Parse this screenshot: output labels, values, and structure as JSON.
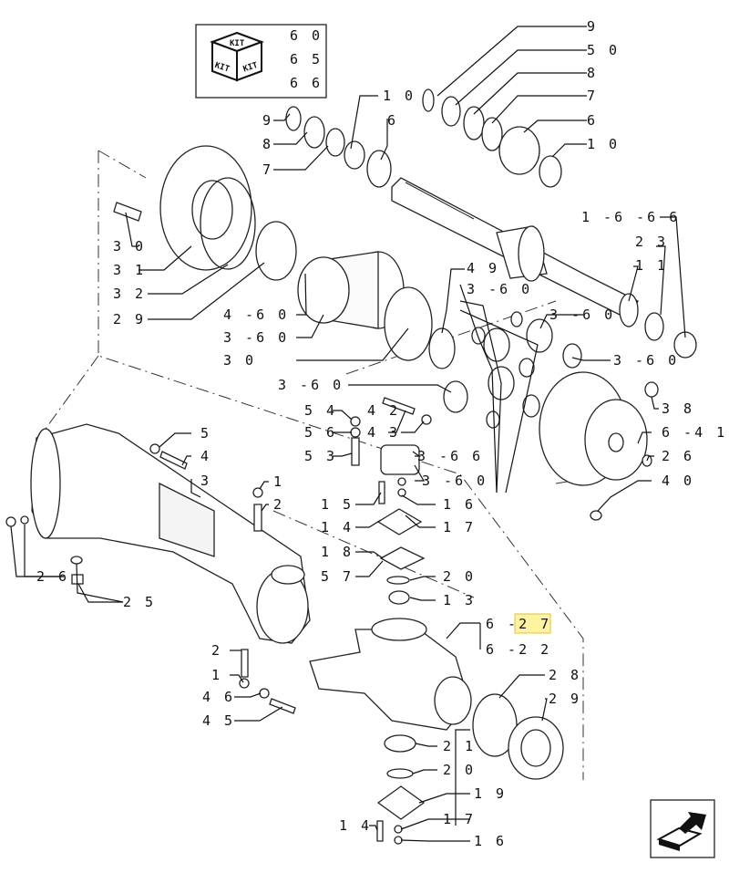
{
  "kit_box": {
    "icon": "kit-cube-icon",
    "cube_labels": [
      "KIT",
      "KIT",
      "KIT"
    ],
    "refs": [
      "6 0",
      "6 5",
      "6 6"
    ]
  },
  "highlight_color": "#fff3a0",
  "callouts": {
    "c9a": "9",
    "c50": "5 0",
    "c8a": "8",
    "c7a": "7",
    "c6a": "6",
    "c10a": "1 0",
    "c10b": "1 0",
    "c6b": "6",
    "c9b": "9",
    "c8b": "8",
    "c7b": "7",
    "c30": "3 0",
    "c31": "3 1",
    "c32": "3 2",
    "c29a": "2 9",
    "c1666": "1 -6 -6 6",
    "c23": "2 3",
    "c11": "1 1",
    "c49": "4 9",
    "c360a": "3 -6 0",
    "c360b": "3 -6 0",
    "c460": "4 -6 0",
    "c360c": "3 -6 0",
    "c30b": "3 0",
    "c360d": "3 -6 0",
    "c360e": "3 -6 0",
    "c38": "3 8",
    "c641": "6 -4 1",
    "c26a": "2 6",
    "c40": "4 0",
    "c54": "5 4",
    "c42": "4 2",
    "c56": "5 6",
    "c43": "4 3",
    "c53": "5 3",
    "c366": "3 -6 6",
    "c360f": "3 -6 0",
    "c5": "5",
    "c4": "4",
    "c3": "3",
    "c1a": "1",
    "c2a": "2",
    "c26b": "2 6",
    "c25": "2 5",
    "c15": "1 5",
    "c16a": "1 6",
    "c14a": "1 4",
    "c17a": "1 7",
    "c18": "1 8",
    "c57": "5 7",
    "c20a": "2 0",
    "c13": "1 3",
    "c627": "6 -2 7",
    "c622": "6 -2 2",
    "c2b": "2",
    "c1b": "1",
    "c46": "4 6",
    "c45": "4 5",
    "c28": "2 8",
    "c29b": "2 9",
    "c21": "2 1",
    "c20b": "2 0",
    "c19": "1 9",
    "c17b": "1 7",
    "c14b": "1 4",
    "c16b": "1 6"
  },
  "nav": {
    "icon": "page-arrow-icon"
  }
}
